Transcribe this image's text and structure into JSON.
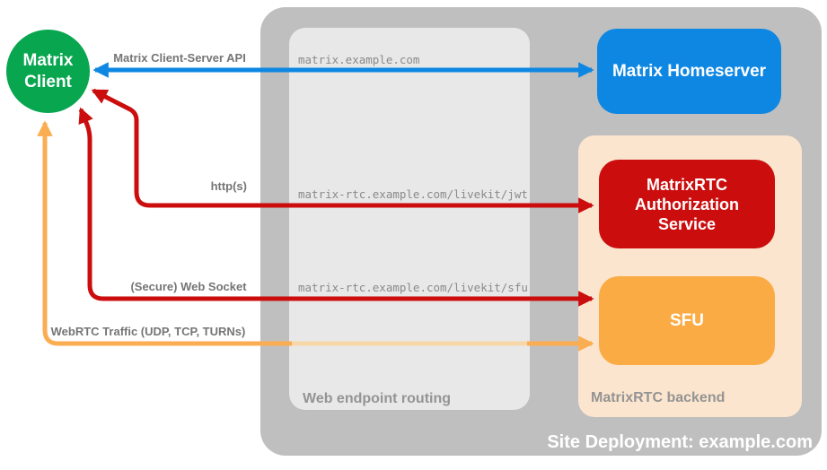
{
  "diagram_title": "Site Deployment: example.com",
  "client": {
    "label": "Matrix\nClient",
    "color": "#09a650"
  },
  "containers": {
    "site": {
      "caption": "Site Deployment: example.com",
      "color": "#bfbfbf"
    },
    "routing": {
      "caption": "Web endpoint routing",
      "color": "#e8e8e8"
    },
    "backend": {
      "caption": "MatrixRTC backend",
      "color": "#fce5ce"
    }
  },
  "nodes": {
    "homeserver": {
      "label": "Matrix Homeserver",
      "color": "#0e87e3"
    },
    "auth_service": {
      "label": "MatrixRTC\nAuthorization\nService",
      "color": "#cb0d0e"
    },
    "sfu": {
      "label": "SFU",
      "color": "#fbab44"
    }
  },
  "arrows": {
    "client_server_api": {
      "label": "Matrix Client-Server API",
      "endpoint": "matrix.example.com",
      "color": "#0e87e3",
      "bidirectional": true
    },
    "http": {
      "label": "http(s)",
      "endpoint": "matrix-rtc.example.com/livekit/jwt",
      "color": "#cb0d0e",
      "bidirectional": true
    },
    "websocket": {
      "label": "(Secure) Web Socket",
      "endpoint": "matrix-rtc.example.com/livekit/sfu",
      "color": "#cb0d0e",
      "bidirectional": true
    },
    "webrtc": {
      "label": "WebRTC Traffic (UDP, TCP, TURNs)",
      "endpoint": "",
      "color": "#fbad52",
      "faded_segment_color": "#f7d7a7",
      "bidirectional": true
    }
  }
}
